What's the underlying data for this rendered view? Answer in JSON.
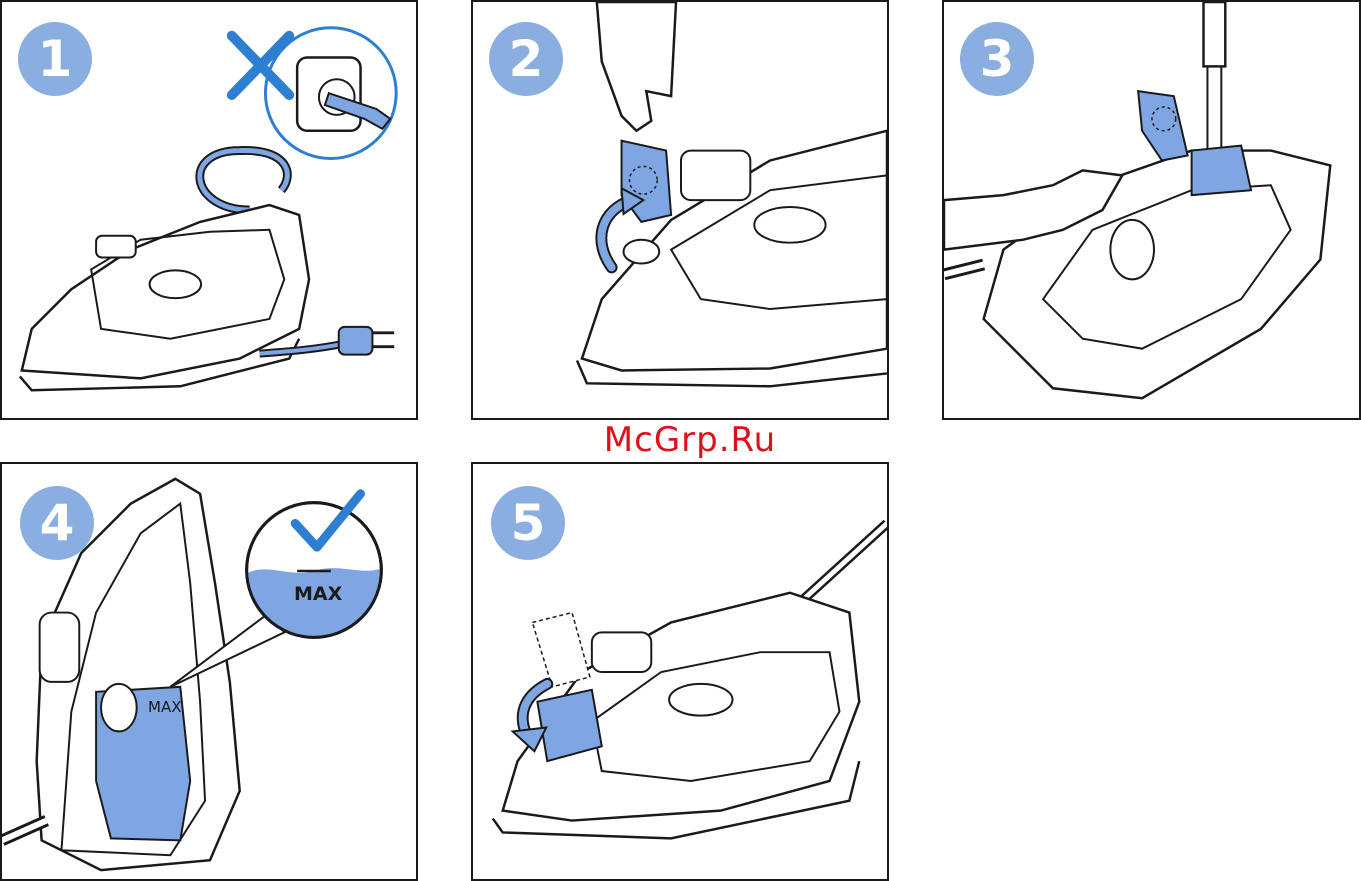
{
  "watermark": "McGrp.Ru",
  "colors": {
    "accent": "#8aaee0",
    "fill": "#7fa6e2",
    "line": "#1a1a1a",
    "cross": "#2e7fd1",
    "watermark": "#e0101a"
  },
  "steps": [
    {
      "number": "1",
      "icon": "unplug-icon"
    },
    {
      "number": "2",
      "icon": "open-lid-icon"
    },
    {
      "number": "3",
      "icon": "fill-water-icon"
    },
    {
      "number": "4",
      "icon": "max-level-icon",
      "labels": {
        "zoom": "MAX",
        "tank": "MAX"
      }
    },
    {
      "number": "5",
      "icon": "close-lid-icon"
    }
  ]
}
